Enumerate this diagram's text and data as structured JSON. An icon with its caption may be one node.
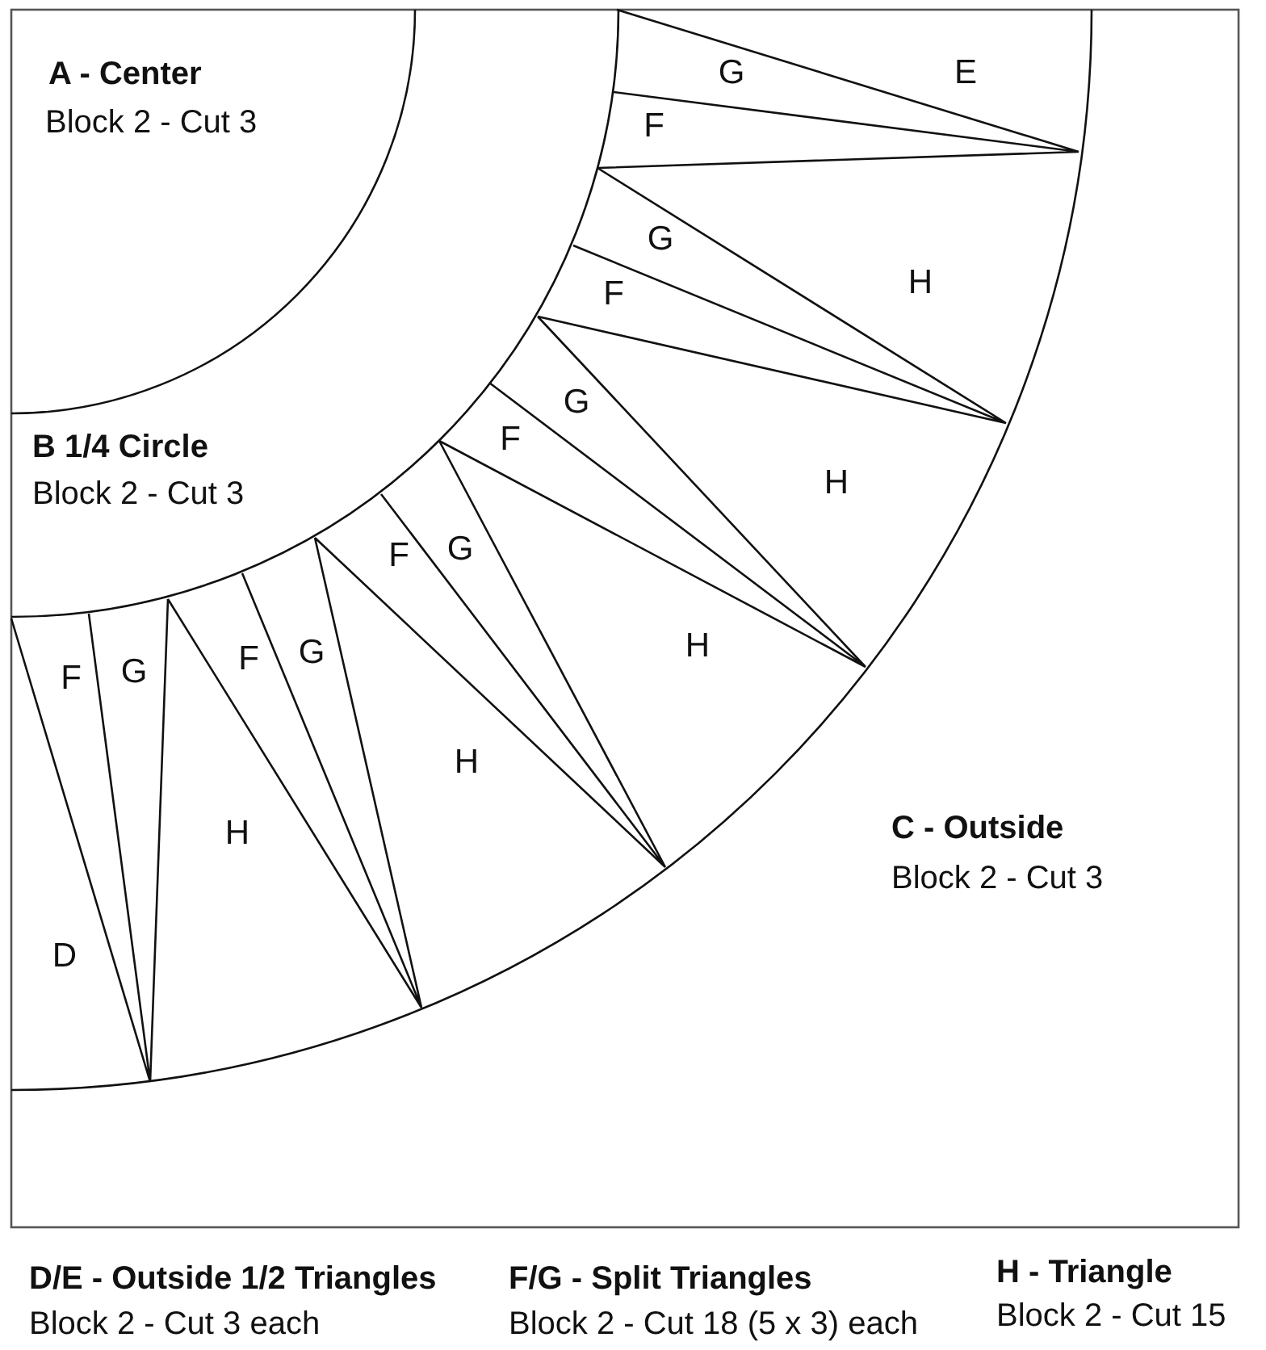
{
  "diagram": {
    "labels": [
      "A - Center",
      "Block 2 - Cut 3",
      "G",
      "E",
      "F",
      "G",
      "H",
      "F",
      "G",
      "B 1/4 Circle",
      "F",
      "H",
      "Block 2 - Cut 3",
      "F",
      "G",
      "H",
      "F",
      "G",
      "F",
      "G",
      "H",
      "H",
      "C - Outside",
      "Block 2 - Cut 3",
      "D",
      "D/E - Outside 1/2 Triangles",
      "F/G - Split Triangles",
      "H - Triangle",
      "Block 2 - Cut 3 each",
      "Block 2 - Cut 18 (5 x 3) each",
      "Block 2 - Cut 15"
    ]
  }
}
